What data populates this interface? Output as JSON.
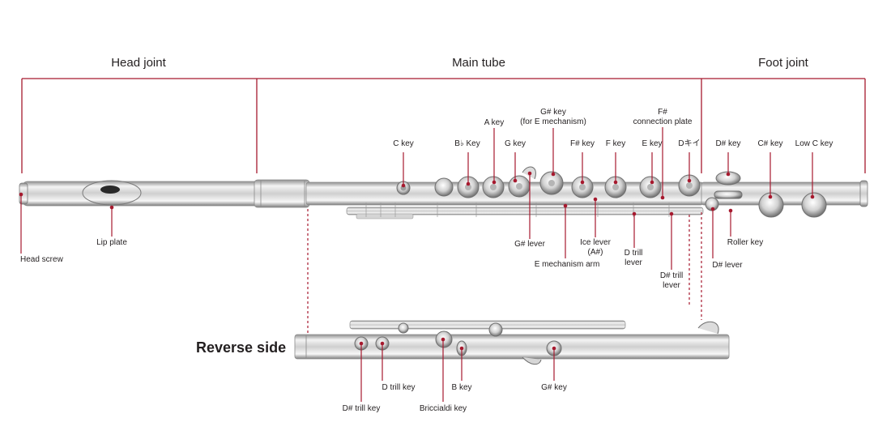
{
  "sections": {
    "head_joint": "Head joint",
    "main_tube": "Main tube",
    "foot_joint": "Foot joint"
  },
  "reverse_side": "Reverse side",
  "labels": {
    "c_key": "C key",
    "b_flat_key": "B♭ Key",
    "a_key": "A key",
    "g_key": "G key",
    "g_sharp_key_line1": "G# key",
    "g_sharp_key_line2": "(for E mechanism)",
    "f_sharp_key": "F# key",
    "f_key": "F key",
    "e_key": "E key",
    "f_sharp_plate_line1": "F#",
    "f_sharp_plate_line2": "connection plate",
    "d_key": "Dキイ",
    "d_sharp_key": "D# key",
    "c_sharp_key": "C# key",
    "low_c_key": "Low C key",
    "head_screw": "Head screw",
    "lip_plate": "Lip plate",
    "g_sharp_lever": "G# lever",
    "e_mechanism_arm": "E mechanism arm",
    "ice_lever_line1": "Ice lever",
    "ice_lever_line2": "(A#)",
    "d_trill_lever_line1": "D trill",
    "d_trill_lever_line2": "lever",
    "d_sharp_trill_lever_line1": "D# trill",
    "d_sharp_trill_lever_line2": "lever",
    "roller_key": "Roller key",
    "d_sharp_lever": "D# lever",
    "d_sharp_trill_key": "D# trill key",
    "d_trill_key": "D trill key",
    "briccialdi_key": "Briccialdi key",
    "b_key": "B key",
    "g_sharp_key_reverse": "G# key"
  },
  "colors": {
    "accent": "#a6192e",
    "text": "#231f20",
    "metal_light": "#f1f1f1",
    "metal_mid": "#c9c9c9",
    "metal_dark": "#8e8e8e"
  }
}
